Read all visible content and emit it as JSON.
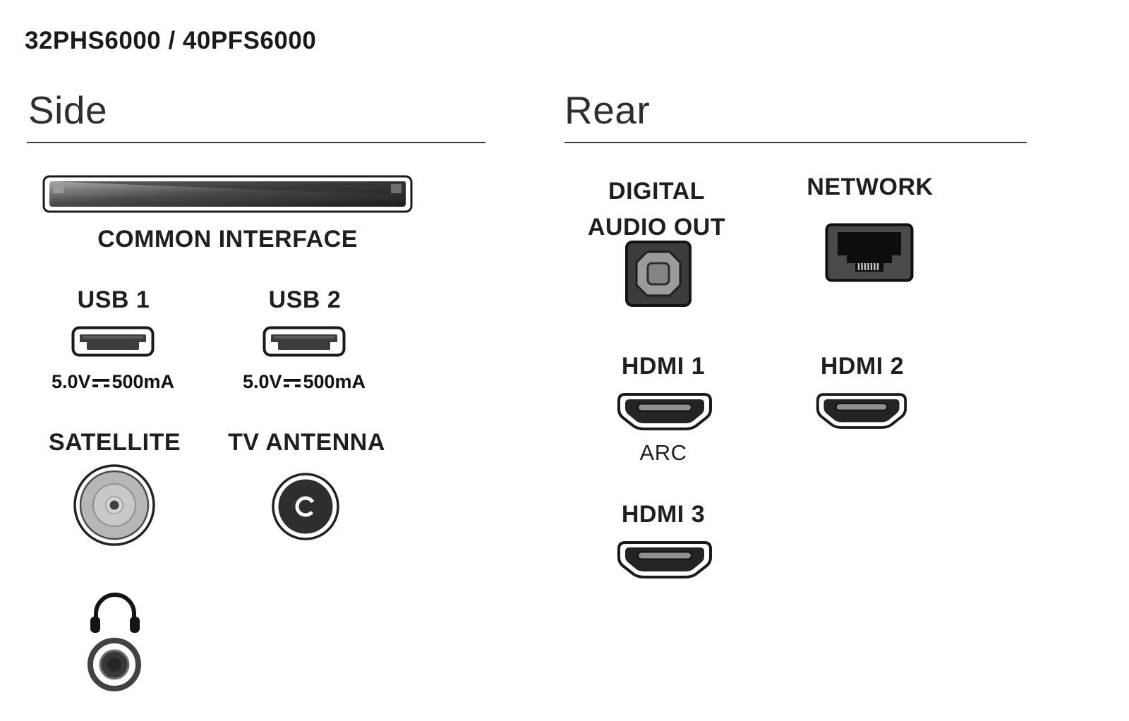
{
  "page": {
    "title": "32PHS6000 / 40PFS6000"
  },
  "side": {
    "heading": "Side",
    "common_interface": {
      "label": "COMMON INTERFACE"
    },
    "usb1": {
      "label": "USB 1",
      "rating_voltage": "5.0V",
      "rating_current": "500mA"
    },
    "usb2": {
      "label": "USB 2",
      "rating_voltage": "5.0V",
      "rating_current": "500mA"
    },
    "satellite": {
      "label": "SATELLITE"
    },
    "tv_antenna": {
      "label": "TV ANTENNA"
    }
  },
  "rear": {
    "heading": "Rear",
    "digital_audio_out": {
      "label_line1": "DIGITAL",
      "label_line2": "AUDIO OUT"
    },
    "network": {
      "label": "NETWORK"
    },
    "hdmi1": {
      "label": "HDMI 1",
      "sublabel": "ARC"
    },
    "hdmi2": {
      "label": "HDMI 2"
    },
    "hdmi3": {
      "label": "HDMI 3"
    }
  },
  "colors": {
    "ink": "#1a1a1a",
    "port_dark": "#3a3a3a",
    "port_black": "#0d0d0d",
    "port_gray": "#9b9b9b",
    "satellite_gray": "#b7b7b7"
  }
}
